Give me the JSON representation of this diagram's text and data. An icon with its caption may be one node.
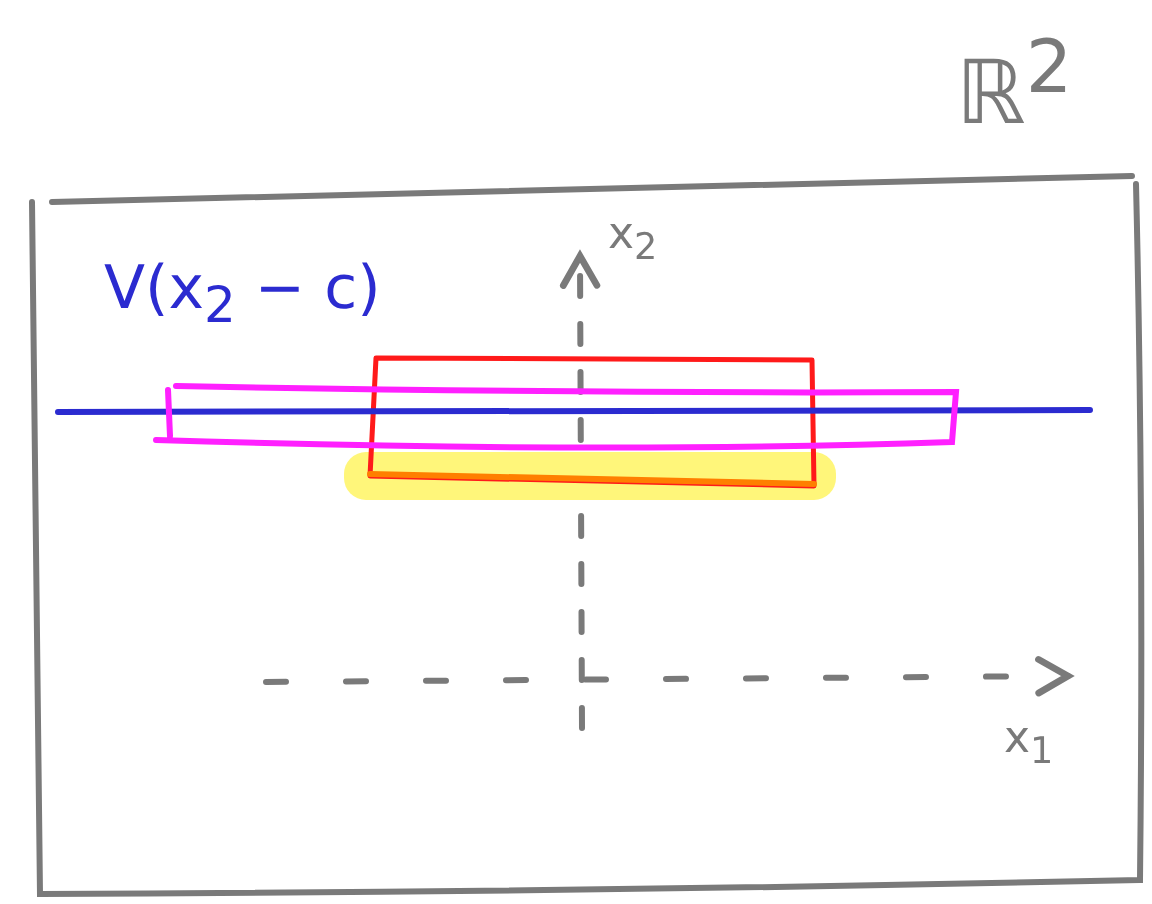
{
  "diagram": {
    "labels": [
      "ℝ$^{2}$",
      "V(x$_{2}$ − c)",
      "x$_{2}$",
      "x$_{1}$"
    ]
  }
}
